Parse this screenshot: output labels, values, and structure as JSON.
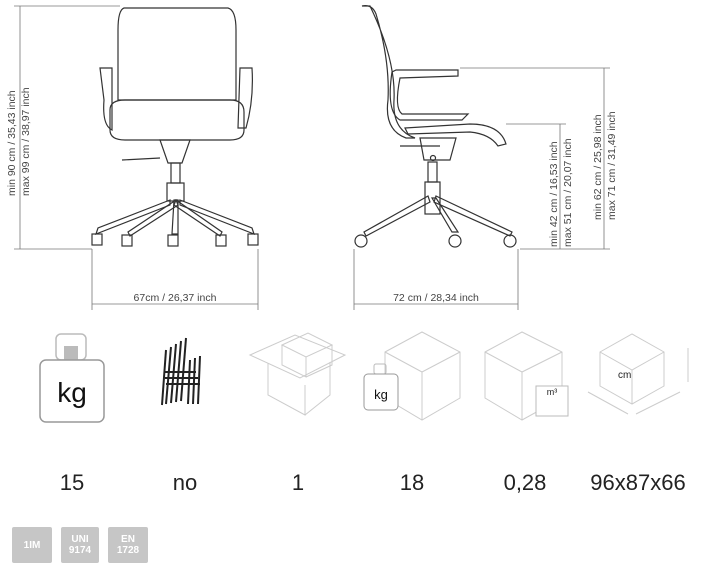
{
  "dimensions": {
    "front_height": [
      "min 90 cm / 35,43 inch",
      "max 99 cm / 38,97 inch"
    ],
    "front_width": "67cm / 26,37 inch",
    "side_depth": "72 cm / 28,34 inch",
    "seat_height": [
      "min 42 cm / 16,53 inch",
      "max 51 cm / 20,07 inch"
    ],
    "arm_height": [
      "min 62 cm / 25,98 inch",
      "max 71 cm / 31,49 inch"
    ]
  },
  "icons": {
    "weight_unit": "kg",
    "package_weight_unit": "kg",
    "volume_unit": "m³",
    "size_unit": "cm"
  },
  "specs": [
    {
      "icon": "weight-icon",
      "value": "15"
    },
    {
      "icon": "stackable-icon",
      "value": "no"
    },
    {
      "icon": "boxes-icon",
      "value": "1"
    },
    {
      "icon": "package-weight-icon",
      "value": "18"
    },
    {
      "icon": "volume-icon",
      "value": "0,28"
    },
    {
      "icon": "package-size-icon",
      "value": "96x87x66"
    }
  ],
  "certifications": [
    {
      "line1": "1IM",
      "line2": ""
    },
    {
      "line1": "UNI",
      "line2": "9174"
    },
    {
      "line1": "EN",
      "line2": "1728"
    }
  ]
}
